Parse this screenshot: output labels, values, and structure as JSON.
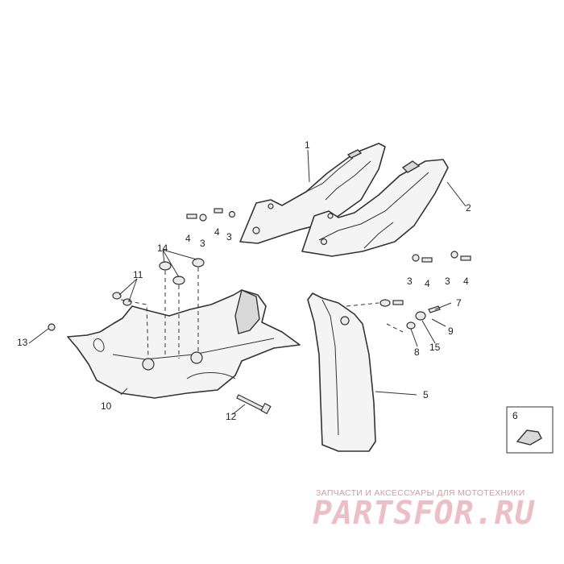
{
  "callouts": {
    "c1": "1",
    "c2": "2",
    "c3a": "3",
    "c3b": "3",
    "c3c": "3",
    "c3d": "3",
    "c4a": "4",
    "c4b": "4",
    "c4c": "4",
    "c4d": "4",
    "c5": "5",
    "c6": "6",
    "c7": "7",
    "c8": "8",
    "c9": "9",
    "c10": "10",
    "c11": "11",
    "c12": "12",
    "c13": "13",
    "c14": "14",
    "c15": "15"
  },
  "watermark": {
    "tagline": "ЗАПЧАСТИ И АКСЕССУАРЫ ДЛЯ МОТОТЕХНИКИ",
    "logo": "PARTSFOR.RU"
  }
}
